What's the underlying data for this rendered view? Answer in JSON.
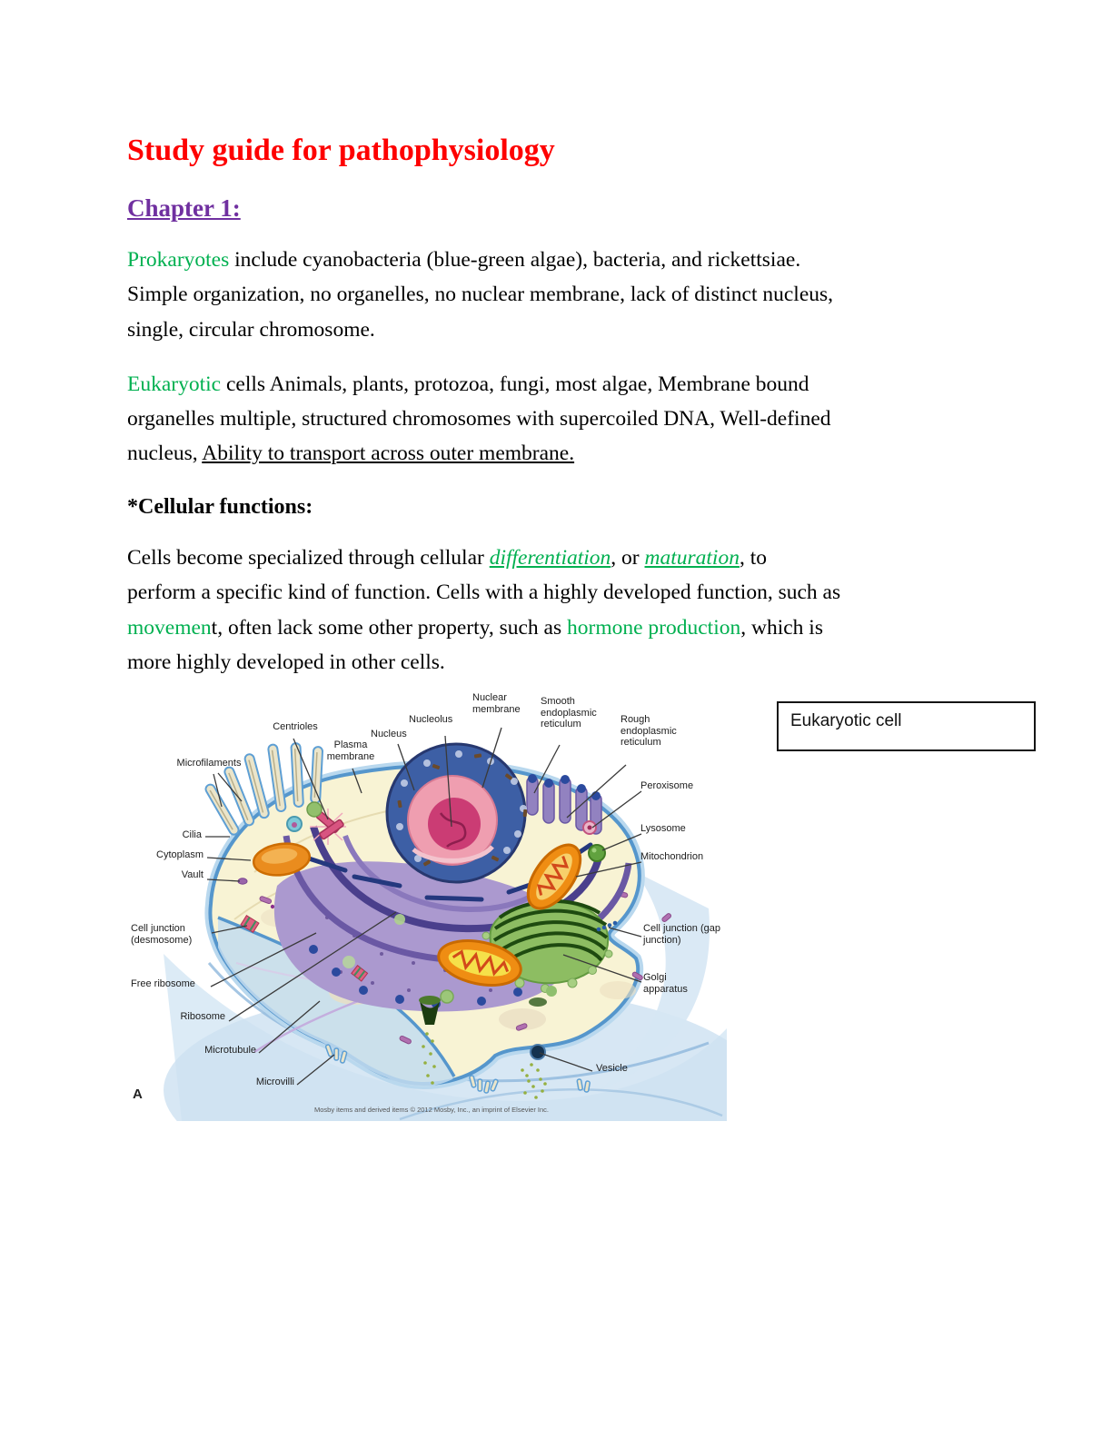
{
  "document": {
    "title": "Study guide for pathophysiology",
    "chapter_heading": "Chapter 1:",
    "cellular_functions_heading": "*Cellular functions:",
    "paragraph_prokaryotes": {
      "term": "Prokaryotes",
      "line1_rest": " include cyanobacteria (blue-green algae), bacteria, and rickettsiae.",
      "line2": "Simple organization, no organelles, no nuclear membrane, lack of distinct nucleus,",
      "line3": "single, circular chromosome."
    },
    "paragraph_eukaryotic": {
      "term": "Eukaryotic",
      "line1_rest": " cells Animals, plants, protozoa, fungi, most algae, Membrane bound",
      "line2": "organelles multiple, structured chromosomes with supercoiled DNA, Well-defined",
      "line3_start": "nucleus, ",
      "line3_underlined": "Ability to transport across outer membrane."
    },
    "paragraph_functions": {
      "line1_a": "Cells become specialized through cellular ",
      "term_differentiation": "differentiation",
      "line1_b": ", or ",
      "term_maturation": "maturation",
      "line1_c": ", to",
      "line2": "perform a specific kind of function. Cells with a highly developed function, such as",
      "line3_green": "movemen",
      "line3_a": "t, often lack some other property, such as ",
      "term_hormone": "hormone production",
      "line3_b": ", which is",
      "line4": "more highly developed in other cells."
    }
  },
  "figure": {
    "textbox_label": "Eukaryotic cell",
    "panel_letter": "A",
    "caption": "Mosby items and derived items © 2012 Mosby, Inc., an imprint of Elsevier Inc.",
    "labels": {
      "microfilaments": "Microfilaments",
      "centrioles": "Centrioles",
      "plasma_membrane": "Plasma membrane",
      "nucleus": "Nucleus",
      "nucleolus": "Nucleolus",
      "nuclear_membrane": "Nuclear membrane",
      "smooth_er": "Smooth endoplasmic reticulum",
      "rough_er": "Rough endoplasmic reticulum",
      "peroxisome": "Peroxisome",
      "lysosome": "Lysosome",
      "mitochondrion": "Mitochondrion",
      "cilia": "Cilia",
      "cytoplasm": "Cytoplasm",
      "vault": "Vault",
      "cell_junction_desmosome": "Cell junction (desmosome)",
      "free_ribosome": "Free ribosome",
      "ribosome": "Ribosome",
      "microtubule": "Microtubule",
      "microvilli": "Microvilli",
      "cell_junction_gap": "Cell junction (gap junction)",
      "golgi_apparatus": "Golgi apparatus",
      "vesicle": "Vesicle"
    }
  },
  "colors": {
    "title_red": "#fe0000",
    "chapter_purple": "#7030a0",
    "highlight_green": "#00b050",
    "body_text": "#000000"
  }
}
